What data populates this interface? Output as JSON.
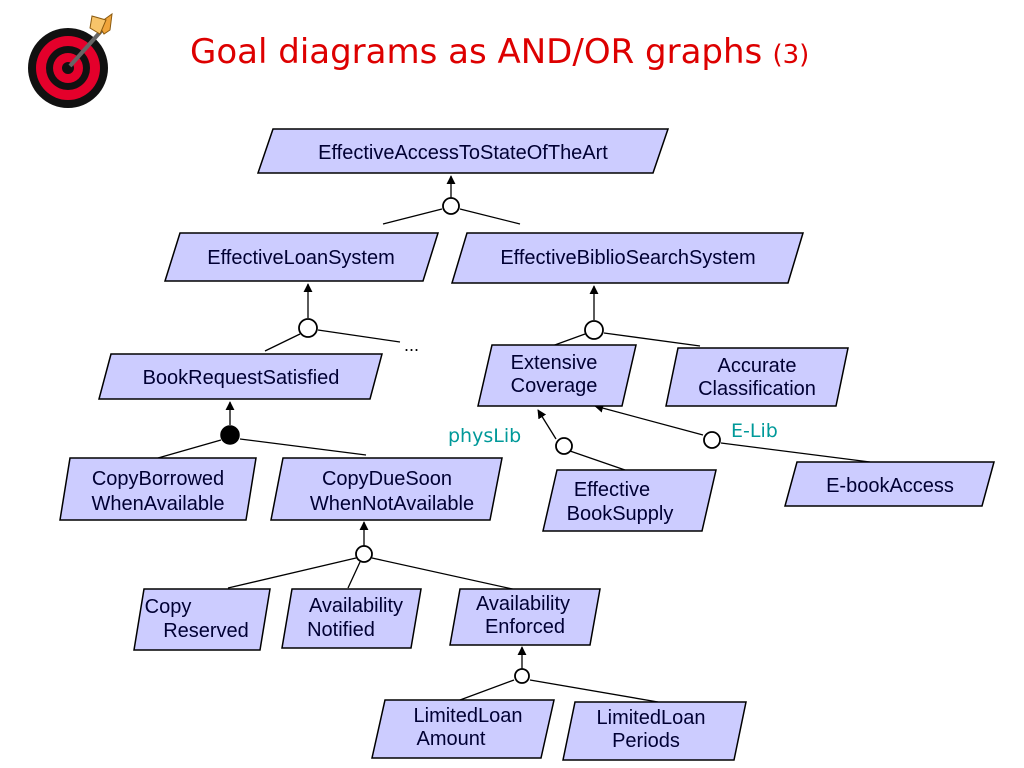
{
  "slide": {
    "title_main": "Goal diagrams as AND/OR graphs",
    "title_number": "(3)"
  },
  "colors": {
    "title": "#dd0000",
    "goal_fill": "#ccccff",
    "goal_text": "#000033",
    "annotation": "#009999",
    "target_red": "#e4002b",
    "target_black": "#111111"
  },
  "icons": {
    "logo": "dartboard-target-icon"
  },
  "goals": {
    "effective_access": [
      "EffectiveAccessToStateOfTheArt"
    ],
    "effective_loan": [
      "EffectiveLoanSystem"
    ],
    "effective_biblio": [
      "EffectiveBiblioSearchSystem"
    ],
    "book_request": [
      "BookRequestSatisfied"
    ],
    "extensive_coverage": [
      "Extensive",
      "Coverage"
    ],
    "accurate_classification": [
      "Accurate",
      "Classification"
    ],
    "copy_borrowed": [
      "CopyBorrowed",
      "WhenAvailable"
    ],
    "copy_due_soon": [
      "CopyDueSoon",
      "WhenNotAvailable"
    ],
    "effective_book_supply": [
      "Effective",
      "BookSupply"
    ],
    "ebook_access": [
      "E-bookAccess"
    ],
    "copy_reserved": [
      "Copy",
      "Reserved"
    ],
    "availability_notified": [
      "Availability",
      "Notified"
    ],
    "availability_enforced": [
      "Availability",
      "Enforced"
    ],
    "limited_loan_amount": [
      "LimitedLoan",
      "Amount"
    ],
    "limited_loan_periods": [
      "LimitedLoan",
      "Periods"
    ]
  },
  "annotations": {
    "physlib": "physLib",
    "elib": "E-Lib",
    "ellipsis": "..."
  }
}
